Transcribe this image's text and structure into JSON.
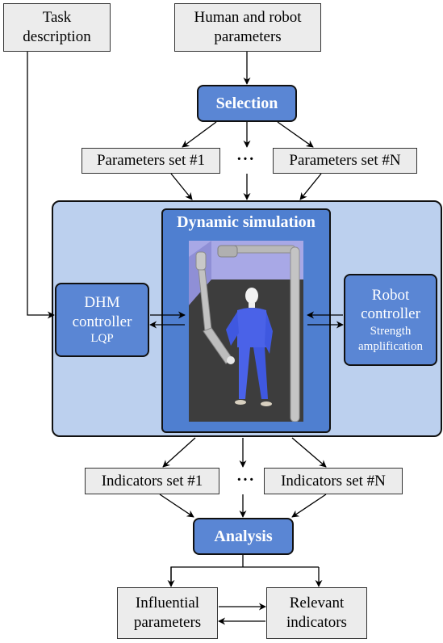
{
  "inputs": {
    "task_description": [
      "Task",
      "description"
    ],
    "human_robot_parameters": [
      "Human and robot",
      "parameters"
    ]
  },
  "selection": "Selection",
  "parameters": {
    "first": "Parameters set #1",
    "ellipsis": "···",
    "last": "Parameters set #N"
  },
  "simulation": {
    "title": "Dynamic simulation",
    "dhm_controller": {
      "line1": "DHM",
      "line2": "controller",
      "line3": "LQP"
    },
    "robot_controller": {
      "line1": "Robot",
      "line2": "controller",
      "line3": "Strength",
      "line4": "amplification"
    }
  },
  "indicators": {
    "first": "Indicators set #1",
    "ellipsis": "···",
    "last": "Indicators set #N"
  },
  "analysis": "Analysis",
  "outputs": {
    "influential_parameters": [
      "Influential",
      "parameters"
    ],
    "relevant_indicators": [
      "Relevant",
      "indicators"
    ]
  },
  "colors": {
    "blue_box": "#5a86d4",
    "panel": "#bcd0ee",
    "gray_box": "#ececec"
  }
}
